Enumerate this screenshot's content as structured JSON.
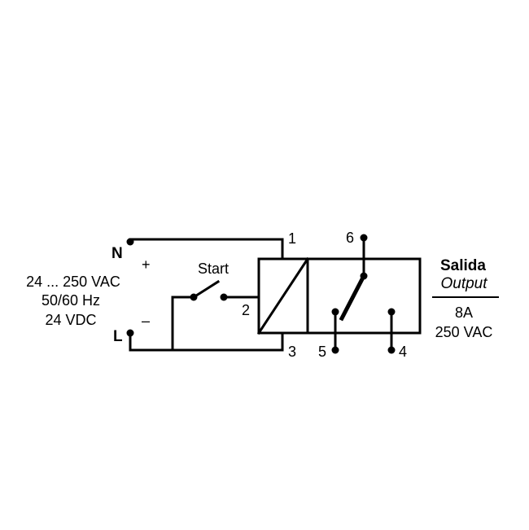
{
  "supply": {
    "n_label": "N",
    "plus_label": "+",
    "l_label": "L",
    "minus_label": "–",
    "voltage_ac": "24 ... 250 VAC",
    "frequency": "50/60 Hz",
    "voltage_dc": "24 VDC"
  },
  "start_switch": {
    "label": "Start"
  },
  "terminals": {
    "t1": "1",
    "t2": "2",
    "t3": "3",
    "t4": "4",
    "t5": "5",
    "t6": "6"
  },
  "output": {
    "title": "Salida",
    "subtitle": "Output",
    "current": "8A",
    "voltage": "250 VAC"
  }
}
